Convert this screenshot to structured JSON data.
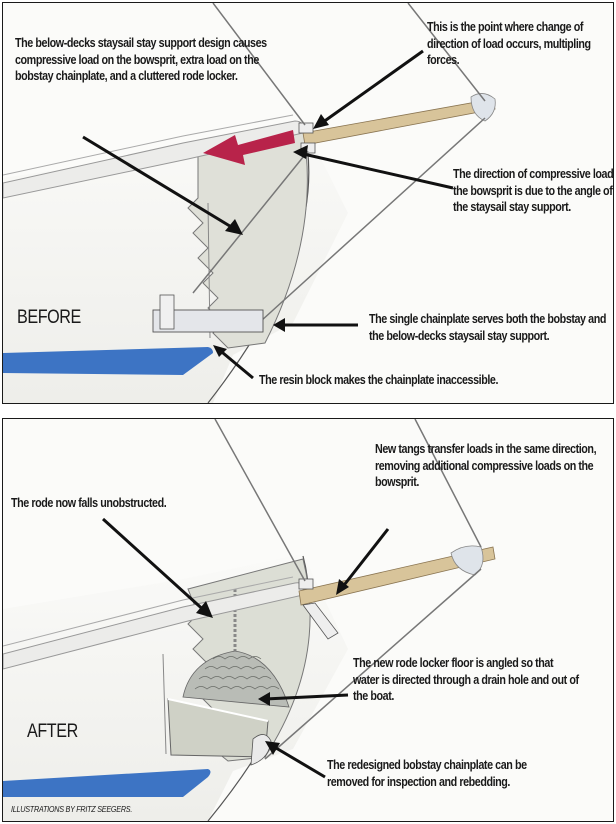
{
  "before": {
    "label": "BEFORE",
    "callouts": {
      "design": "The below-decks staysail stay support design causes compressive load on the bowsprit, extra load on the bobstay chainplate, and a cluttered rode locker.",
      "change_point": "This is the point where change of direction of load occurs, multipling forces.",
      "direction": "The direction of compressive load on the bowsprit is due to the angle of the staysail stay support.",
      "chainplate": "The single chainplate serves both the bobstay and the below-decks staysail stay support.",
      "resin": "The resin block makes the chainplate inaccessible."
    }
  },
  "after": {
    "label": "AFTER",
    "callouts": {
      "tangs": "New tangs transfer loads in the same direction, removing additional compressive loads on the bowsprit.",
      "rode": "The rode now falls unobstructed.",
      "floor": "The new rode locker floor is angled so that water is directed through a drain hole and out of the boat.",
      "bobstay": "The redesigned bobstay chainplate can be removed for inspection and rebedding."
    }
  },
  "credit": "ILLUSTRATIONS BY FRITZ SEEGERS.",
  "colors": {
    "load_arrow": "#b8234a",
    "boot_stripe": "#3d74c4",
    "bowsprit": "#d8c49a",
    "locker": "#d9dbd2"
  }
}
